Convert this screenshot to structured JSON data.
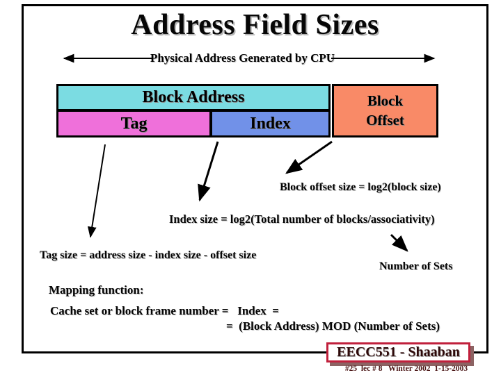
{
  "slide": {
    "title": "Address Field Sizes",
    "cpu_arrow": {
      "label": "Physical Address Generated by CPU"
    },
    "diagram": {
      "block_address": "Block Address",
      "tag": "Tag",
      "index": "Index",
      "block_offset_line1": "Block",
      "block_offset_line2": "Offset"
    },
    "annotations": {
      "block_offset_size": "Block offset size = log2(block size)",
      "index_size": "Index size = log2(Total number of blocks/associativity)",
      "tag_size": "Tag size = address size - index size - offset size",
      "number_of_sets": "Number of Sets"
    },
    "mapping": {
      "heading": "Mapping function:",
      "line1": "Cache set or block frame number =   Index  =",
      "line2": "=  (Block Address) MOD (Number of Sets)"
    },
    "footer": {
      "course": "EECC551 - Shaaban",
      "lecture_info": "#25  lec # 8   Winter 2002  1-15-2003"
    },
    "colors": {
      "block_address_bg": "#7bdce2",
      "tag_bg": "#ef70da",
      "index_bg": "#7191e8",
      "block_offset_bg": "#f98a67",
      "frame_border": "#000000",
      "footer_border": "#c0203c",
      "footer_shadow": "#8c6363"
    }
  }
}
